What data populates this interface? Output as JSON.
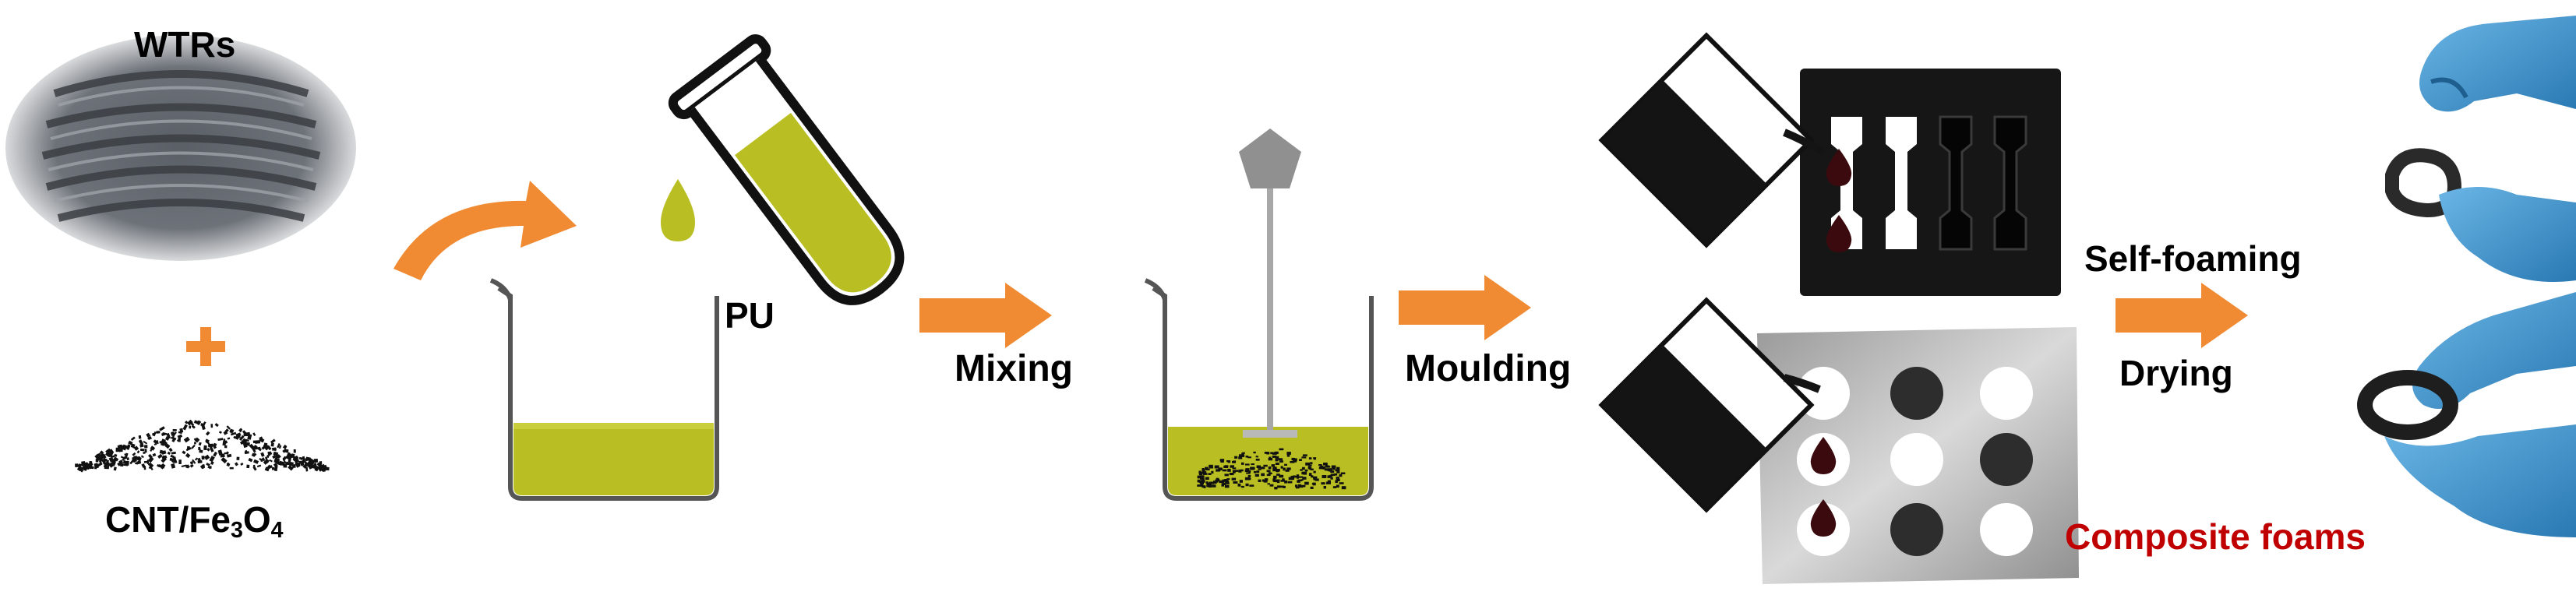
{
  "labels": {
    "wtrs": "WTRs",
    "plus": "+",
    "cnt_prefix": "CNT/Fe",
    "cnt_sub1": "3",
    "cnt_mid": "O",
    "cnt_sub2": "4",
    "pu": "PU",
    "mixing": "Mixing",
    "moulding": "Moulding",
    "self_foaming": "Self-foaming",
    "drying": "Drying",
    "composite_foams": "Composite foams"
  },
  "colors": {
    "arrow": "#f08a33",
    "pu_liquid": "#b9bf22",
    "black_mixture": "#141414",
    "blood_drop": "#3b0a0e",
    "composite_text": "#c00000",
    "glove": "#3a90c9",
    "tire": "#555a60"
  },
  "icons": {
    "tires": "tire-stack-image",
    "particles": "particle-pile-icon",
    "test_tube": "test-tube-icon",
    "beaker": "beaker-icon",
    "stirrer": "stirrer-icon",
    "mold": "mold-icon",
    "hand": "gloved-hand-icon"
  }
}
